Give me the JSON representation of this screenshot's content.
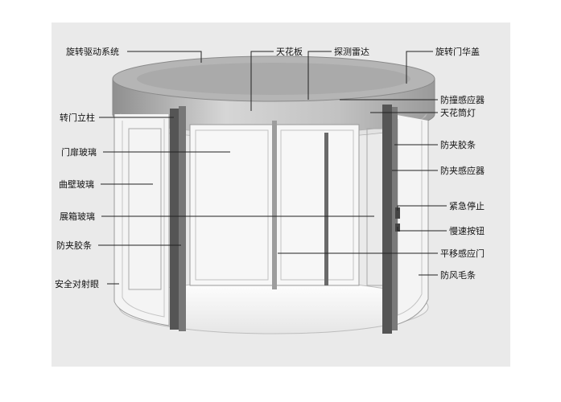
{
  "labels": {
    "drive_system": "旋转驱动系统",
    "ceiling_panel": "天花板",
    "radar": "探测雷达",
    "canopy": "旋转门华盖",
    "pillar": "转门立柱",
    "anti_collision_sensor": "防撞感应器",
    "ceiling_downlight": "天花筒灯",
    "leaf_glass": "门扉玻璃",
    "anti_pinch_strip_right": "防夹胶条",
    "curved_wall_glass": "曲壁玻璃",
    "anti_pinch_sensor": "防夹感应器",
    "emergency_stop": "紧急停止",
    "display_glass": "展箱玻璃",
    "slow_speed_button": "慢速按钮",
    "anti_pinch_strip_left": "防夹胶条",
    "sliding_door_sensor": "平移感应门",
    "safety_eye": "安全对射眼",
    "weather_strip": "防风毛条"
  },
  "colors": {
    "background": "#ffffff",
    "panel_bg": "#eaeaea",
    "canopy_top": "#a9a9a9",
    "canopy_front": "#c9c9c9",
    "frame_dark": "#555555",
    "glass": "#f3f3f3",
    "leader": "#222222"
  }
}
